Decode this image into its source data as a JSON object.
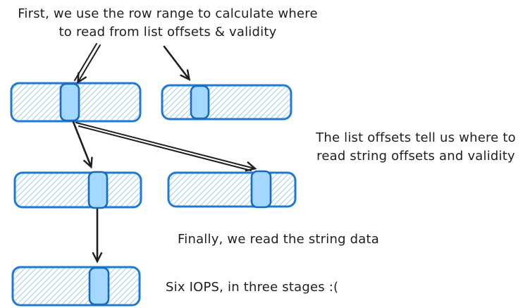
{
  "diagram": {
    "captions": {
      "step1_line1": "First, we use the row range to calculate where",
      "step1_line2": "to read from list offsets & validity",
      "step2_line1": "The list offsets tell us where to",
      "step2_line2": "read string offsets and validity",
      "step3": "Finally, we read the string data",
      "summary": "Six IOPS, in three stages :("
    }
  },
  "colors": {
    "ink": "#1e1e1e",
    "stroke_blue": "#1f7ad6",
    "segment_stroke": "#166bbd",
    "segment_fill": "#a5d8ff",
    "hatch_blue": "#a9d5f5",
    "background": "#ffffff"
  }
}
